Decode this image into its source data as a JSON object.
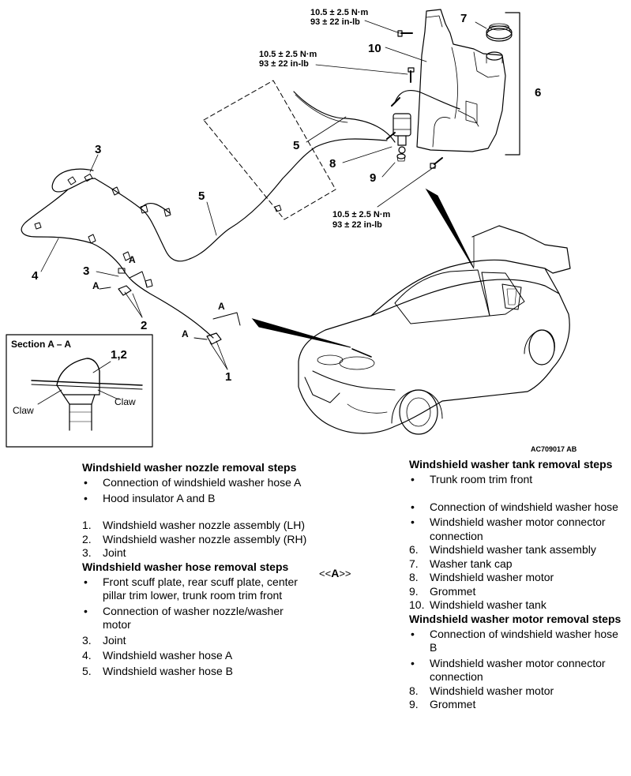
{
  "figure": {
    "code": "AC709017 AB",
    "torque_top": {
      "nm": "10.5 ± 2.5 N·m",
      "inlb": "93 ± 22 in-lb"
    },
    "torque_mid": {
      "nm": "10.5 ± 2.5 N·m",
      "inlb": "93 ± 22 in-lb"
    },
    "torque_low": {
      "nm": "10.5 ± 2.5 N·m",
      "inlb": "93 ± 22 in-lb"
    },
    "callouts": {
      "c1": "1",
      "c2": "2",
      "c3a": "3",
      "c3b": "3",
      "c4": "4",
      "c5a": "5",
      "c5b": "5",
      "c6": "6",
      "c7": "7",
      "c8": "8",
      "c9": "9",
      "c10": "10"
    },
    "arrow_labels": {
      "a1": "A",
      "a2": "A",
      "a3": "A",
      "a4": "A"
    },
    "section": {
      "title": "Section A – A",
      "label": "1,2",
      "claw_left": "Claw",
      "claw_right": "Claw"
    }
  },
  "left_column": {
    "nozzle": {
      "heading": "Windshield washer nozzle removal steps",
      "items": [
        {
          "mark": "•",
          "text": "Connection of windshield washer hose A"
        },
        {
          "mark": "•",
          "text": "Hood insulator A and B"
        },
        {
          "mark": "1.",
          "text": "Windshield washer nozzle assembly (LH)"
        },
        {
          "mark": "2.",
          "text": "Windshield washer nozzle assembly (RH)"
        },
        {
          "mark": "3.",
          "text": "Joint"
        }
      ]
    },
    "hose": {
      "heading": "Windshield washer hose removal steps",
      "items": [
        {
          "mark": "•",
          "text": "Front scuff plate, rear scuff plate, center pillar trim lower, trunk room trim front"
        },
        {
          "mark": "•",
          "text": "Connection of washer nozzle/washer motor"
        },
        {
          "mark": "3.",
          "text": "Joint"
        },
        {
          "mark": "4.",
          "text": "Windshield washer hose A"
        },
        {
          "mark": "5.",
          "text": "Windshield washer hose B"
        }
      ]
    }
  },
  "reference": {
    "left": "<<",
    "letter": "A",
    "right": ">>"
  },
  "right_column": {
    "tank": {
      "heading": "Windshield washer tank removal steps",
      "items": [
        {
          "mark": "•",
          "text": "Trunk room trim front"
        },
        {
          "mark": "•",
          "text": "Connection of windshield washer hose"
        },
        {
          "mark": "•",
          "text": "Windshield washer motor connector connection"
        },
        {
          "mark": "6.",
          "text": "Windshield washer tank assembly"
        },
        {
          "mark": "7.",
          "text": "Washer tank cap"
        },
        {
          "mark": "8.",
          "text": "Windshield washer motor"
        },
        {
          "mark": "9.",
          "text": "Grommet"
        },
        {
          "mark": "10.",
          "text": "Windshield washer tank"
        }
      ]
    },
    "motor": {
      "heading": "Windshield washer motor removal steps",
      "items": [
        {
          "mark": "•",
          "text": "Connection of windshield washer hose B"
        },
        {
          "mark": "•",
          "text": "Windshield washer motor connector connection"
        },
        {
          "mark": "8.",
          "text": "Windshield washer motor"
        },
        {
          "mark": "9.",
          "text": "Grommet"
        }
      ]
    }
  }
}
